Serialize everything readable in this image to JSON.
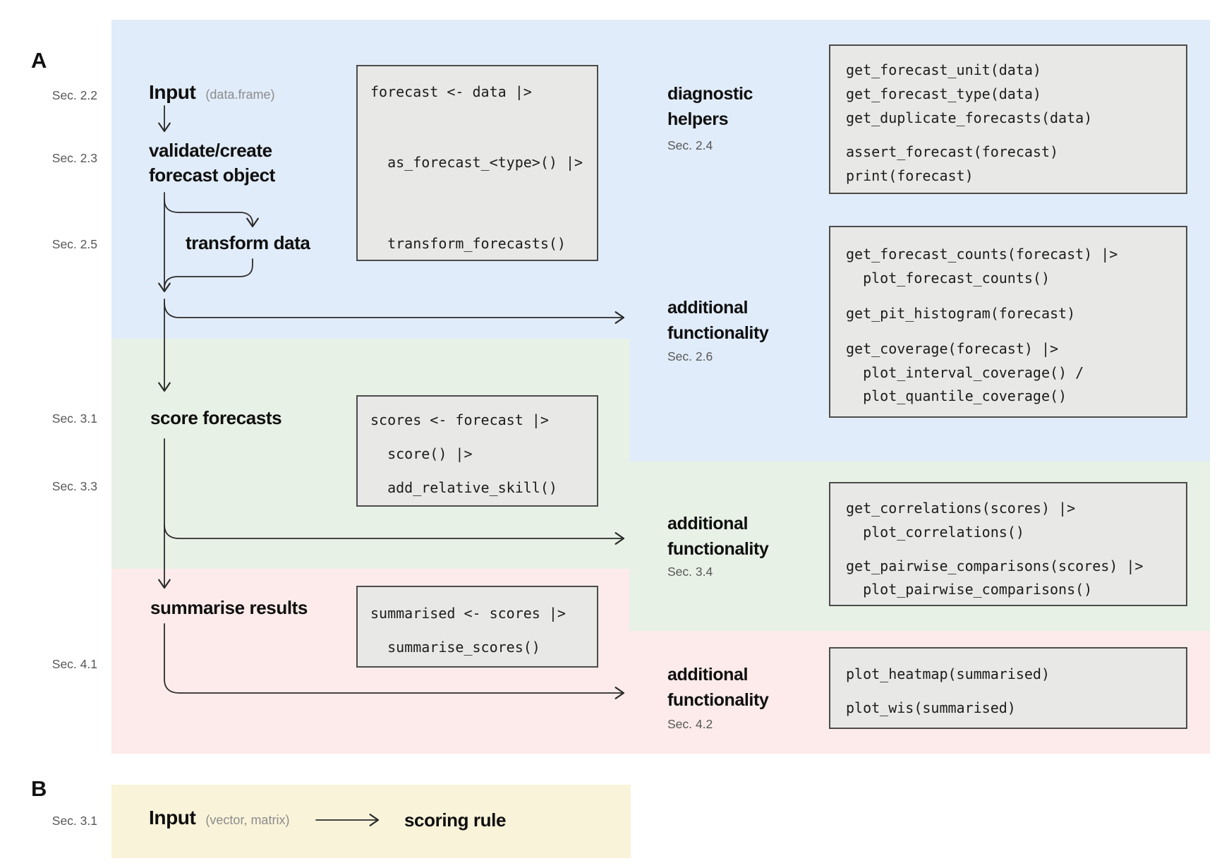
{
  "panels": {
    "a": "A",
    "b": "B"
  },
  "sections": {
    "s22": "Sec. 2.2",
    "s23": "Sec. 2.3",
    "s25": "Sec. 2.5",
    "s31": "Sec. 3.1",
    "s33": "Sec. 3.3",
    "s41": "Sec. 4.1",
    "b31": "Sec. 3.1"
  },
  "flow": {
    "input_label": "Input",
    "input_annotation": "(data.frame)",
    "validate_line1": "validate/create",
    "validate_line2": "forecast object",
    "transform_label": "transform data",
    "score_label": "score forecasts",
    "summarise_label": "summarise results"
  },
  "right_headings": {
    "diagnostic": {
      "line1": "diagnostic",
      "line2": "helpers",
      "section": "Sec. 2.4"
    },
    "af1": {
      "line1": "additional",
      "line2": "functionality",
      "section": "Sec. 2.6"
    },
    "af2": {
      "line1": "additional",
      "line2": "functionality",
      "section": "Sec. 3.4"
    },
    "af3": {
      "line1": "additional",
      "line2": "functionality",
      "section": "Sec. 4.2"
    }
  },
  "code": {
    "pipeline1": [
      "forecast <- data |>",
      "  as_forecast_<type>() |>",
      "  transform_forecasts()"
    ],
    "helpers": [
      "get_forecast_unit(data)",
      "get_forecast_type(data)",
      "get_duplicate_forecasts(data)",
      "assert_forecast(forecast)",
      "print(forecast)"
    ],
    "extra1": [
      "get_forecast_counts(forecast) |>",
      "  plot_forecast_counts()",
      "get_pit_histogram(forecast)",
      "get_coverage(forecast) |>",
      "  plot_interval_coverage() /",
      "  plot_quantile_coverage()"
    ],
    "pipeline2": [
      "scores <- forecast |>",
      "  score() |>",
      "  add_relative_skill()"
    ],
    "extra2": [
      "get_correlations(scores) |>",
      "  plot_correlations()",
      "get_pairwise_comparisons(scores) |>",
      "  plot_pairwise_comparisons()"
    ],
    "pipeline3": [
      "summarised <- scores |>",
      "  summarise_scores()"
    ],
    "extra3": [
      "plot_heatmap(summarised)",
      "plot_wis(summarised)"
    ]
  },
  "panel_b": {
    "input_label": "Input",
    "input_annotation": "(vector, matrix)",
    "target_label": "scoring rule"
  },
  "colors": {
    "blue": "#e1ecfa",
    "green": "#e8f1e5",
    "pink": "#fcebea",
    "yellow": "#f9f3d9",
    "box_fill": "#e8e8e6",
    "box_border": "#4c4c4c",
    "arrow": "#2b2b2b"
  }
}
